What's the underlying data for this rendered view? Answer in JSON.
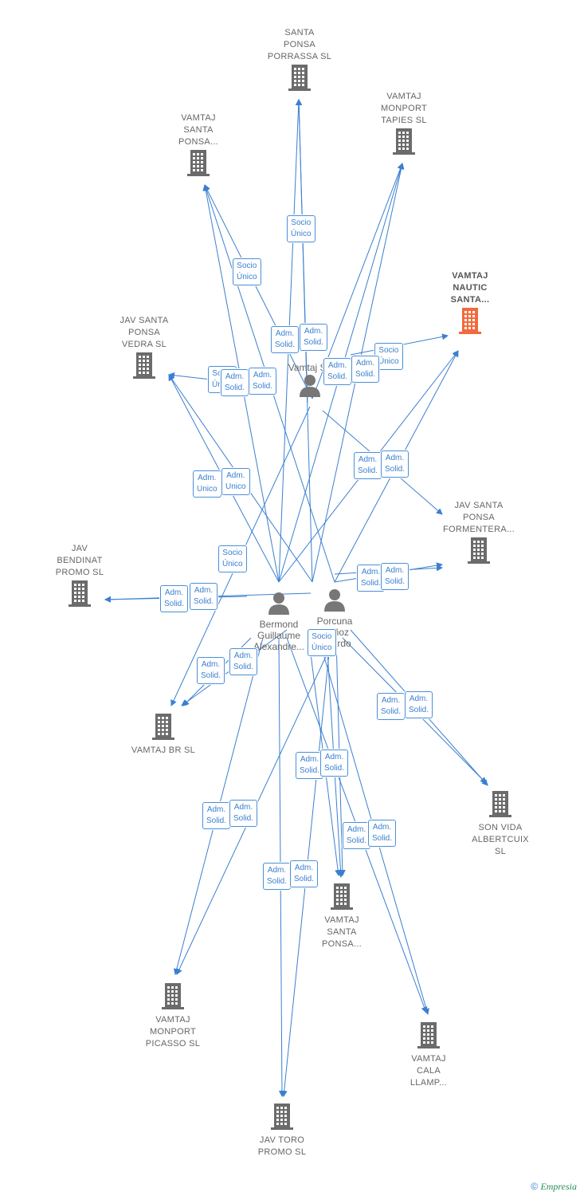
{
  "companies": [
    {
      "key": "c1",
      "label": "SANTA\nPONSA\nPORRASSA SL"
    },
    {
      "key": "c2",
      "label": "VAMTAJ\nMONPORT\nTAPIES SL"
    },
    {
      "key": "c3",
      "label": "VAMTAJ\nSANTA\nPONSA..."
    },
    {
      "key": "c4",
      "label": "VAMTAJ\nNAUTIC\nSANTA...",
      "highlight": true
    },
    {
      "key": "c5",
      "label": "JAV SANTA\nPONSA\nVEDRA SL"
    },
    {
      "key": "c6",
      "label": "JAV SANTA\nPONSA\nFORMENTERA..."
    },
    {
      "key": "c7",
      "label": "JAV\nBENDINAT\nPROMO SL"
    },
    {
      "key": "c8",
      "label": "VAMTAJ BR SL"
    },
    {
      "key": "c9",
      "label": "SON VIDA\nALBERTCUIX\nSL"
    },
    {
      "key": "c10",
      "label": "VAMTAJ\nSANTA\nPONSA..."
    },
    {
      "key": "c11",
      "label": "VAMTAJ\nMONPORT\nPICASSO SL"
    },
    {
      "key": "c12",
      "label": "VAMTAJ\nCALA\nLLAMP..."
    },
    {
      "key": "c13",
      "label": "JAV TORO\nPROMO SL"
    }
  ],
  "persons": [
    {
      "key": "p1",
      "label": "Vamtaj SL"
    },
    {
      "key": "p2",
      "label": "Bermond\nGuillaume\nAlexandre..."
    },
    {
      "key": "p3",
      "label": "Porcuna\nMuñoz\nRicardo"
    }
  ],
  "badges": [
    {
      "key": "b1",
      "text": "Socio\nÚnico"
    },
    {
      "key": "b2",
      "text": "Socio\nÚnico"
    },
    {
      "key": "b3",
      "text": "Adm.\nSolid."
    },
    {
      "key": "b4",
      "text": "Adm.\nSolid."
    },
    {
      "key": "b5",
      "text": "Socio\nÚnico"
    },
    {
      "key": "b6",
      "text": "Adm.\nSolid."
    },
    {
      "key": "b7",
      "text": "Adm.\nSolid."
    },
    {
      "key": "b8",
      "text": "Socio\nÚnico"
    },
    {
      "key": "b9",
      "text": "Adm.\nSolid."
    },
    {
      "key": "b10",
      "text": "Adm.\nSolid."
    },
    {
      "key": "b11",
      "text": "Adm.\nSolid."
    },
    {
      "key": "b12",
      "text": "Adm.\nSolid."
    },
    {
      "key": "b13",
      "text": "Adm.\nUnico"
    },
    {
      "key": "b14",
      "text": "Adm.\nUnico"
    },
    {
      "key": "b15",
      "text": "Socio\nÚnico"
    },
    {
      "key": "b16",
      "text": "Adm.\nSolid."
    },
    {
      "key": "b17",
      "text": "Adm.\nSolid."
    },
    {
      "key": "b18",
      "text": "Adm.\nSolid."
    },
    {
      "key": "b19",
      "text": "Adm.\nSolid."
    },
    {
      "key": "b20",
      "text": "Adm.\nSolid."
    },
    {
      "key": "b21",
      "text": "Adm.\nSolid."
    },
    {
      "key": "b22",
      "text": "Socio\nÚnico"
    },
    {
      "key": "b23",
      "text": "Adm.\nSolid."
    },
    {
      "key": "b24",
      "text": "Adm.\nSolid."
    },
    {
      "key": "b25",
      "text": "Adm.\nSolid."
    },
    {
      "key": "b26",
      "text": "Adm.\nSolid."
    },
    {
      "key": "b27",
      "text": "Adm.\nSolid."
    },
    {
      "key": "b28",
      "text": "Adm.\nSolid."
    },
    {
      "key": "b29",
      "text": "Adm.\nSolid."
    },
    {
      "key": "b30",
      "text": "Adm.\nSolid."
    },
    {
      "key": "b31",
      "text": "Adm.\nSolid."
    },
    {
      "key": "b32",
      "text": "Adm.\nSolid."
    },
    {
      "key": "b33",
      "text": "Adm.\nSolid."
    }
  ],
  "colors": {
    "edge": "#3b7fd0",
    "building": "#6b6b6b",
    "highlight": "#f26a3d",
    "person": "#777777"
  },
  "icons": {
    "company": "building-icon",
    "person": "person-icon"
  },
  "footer": {
    "copyright": "©",
    "brand": "Empresia"
  }
}
